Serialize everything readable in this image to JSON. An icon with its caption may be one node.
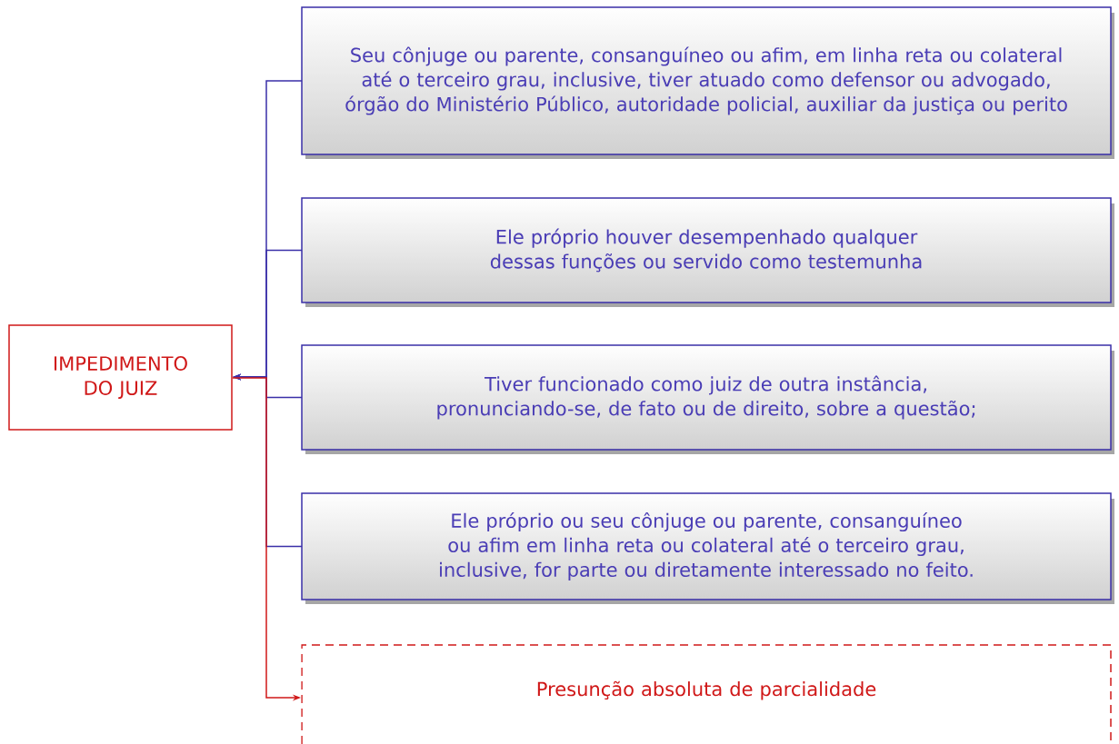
{
  "diagram": {
    "nodes": [
      {
        "text": [
          "IMPEDIMENTO DO JUIZ"
        ]
      },
      {
        "text": [
          "Seu cônjuge ou parente, consanguíneo ou afim, em linha reta ou colateral até o terceiro grau, inclusive, tiver atuado como defensor ou advogado, órgão do Ministério Público, autoridade policial, auxiliar da justiça ou perito"
        ]
      },
      {
        "text": [
          "Ele próprio houver desempenhado qualquer dessas funções ou servido como testemunha"
        ]
      },
      {
        "text": [
          "Tiver funcionado como juiz de outra instância, pronunciando-se, de fato ou de direito, sobre a questão;"
        ]
      },
      {
        "text": [
          "Ele próprio ou seu cônjuge ou parente, consanguíneo ou afim em linha reta ou colateral até o terceiro grau, inclusive, for parte ou diretamente interessado no feito."
        ]
      },
      {
        "text": [
          "Presunção absoluta de parcialidade"
        ]
      }
    ],
    "edges": [
      {
        "from": 1,
        "to": 0,
        "arrow": "to"
      },
      {
        "from": 2,
        "to": 0,
        "arrow": "to"
      },
      {
        "from": 3,
        "to": 0,
        "arrow": "to"
      },
      {
        "from": 4,
        "to": 0,
        "arrow": "to"
      },
      {
        "from": 0,
        "to": 5,
        "arrow": "to",
        "color": "#d01818"
      }
    ]
  }
}
